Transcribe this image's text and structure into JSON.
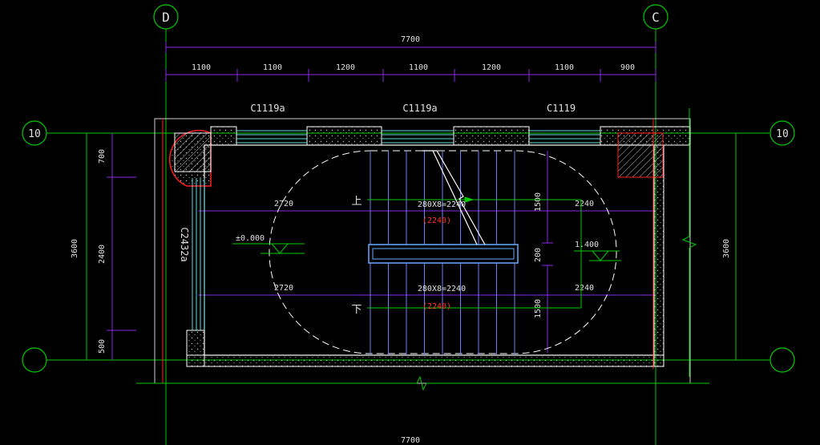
{
  "colors": {
    "background": "#000000",
    "axis_line": "#00cc00",
    "dimension": "#8a2be2",
    "wall": "#ffffff",
    "column_cut": "#ff2020",
    "window": "#66dddd",
    "stair_tread": "#6f7dff",
    "section_hatch": "#bbbbbb",
    "text_main": "#e0e0e0",
    "text_red": "#ff3030",
    "level_mark": "#00cc00",
    "dashed_oval": "#ffffff",
    "break_line": "#00cc00",
    "axis_bubble": "#00cc00"
  },
  "axes": {
    "top_left": "D",
    "top_right": "C",
    "left_top": "10",
    "right_top": "10",
    "left_bottom": "",
    "right_bottom": ""
  },
  "dimensions": {
    "top_total": "7700",
    "top_segments": [
      "1100",
      "1100",
      "1200",
      "1100",
      "1200",
      "1100",
      "900"
    ],
    "bottom_total": "7700",
    "left_total": "3600",
    "left_segments": [
      "700",
      "2400",
      "500"
    ],
    "right_total": "3600",
    "upper_left": "2720",
    "upper_right": "2240",
    "lower_left": "2720",
    "lower_right": "2240",
    "flight_width_upper": "1500",
    "flight_width_lower": "1500",
    "landing_gap": "200"
  },
  "windows": {
    "top": [
      "C1119a",
      "C1119a",
      "C1119"
    ],
    "left": "C2432a"
  },
  "stair": {
    "up_label": "上",
    "down_label": "下",
    "upper_flight": "280X8=2240",
    "upper_flight_sub": "(2240)",
    "lower_flight": "280X8=2240",
    "lower_flight_sub": "(2240)"
  },
  "levels": {
    "floor": "±0.000",
    "landing": "1.400"
  }
}
